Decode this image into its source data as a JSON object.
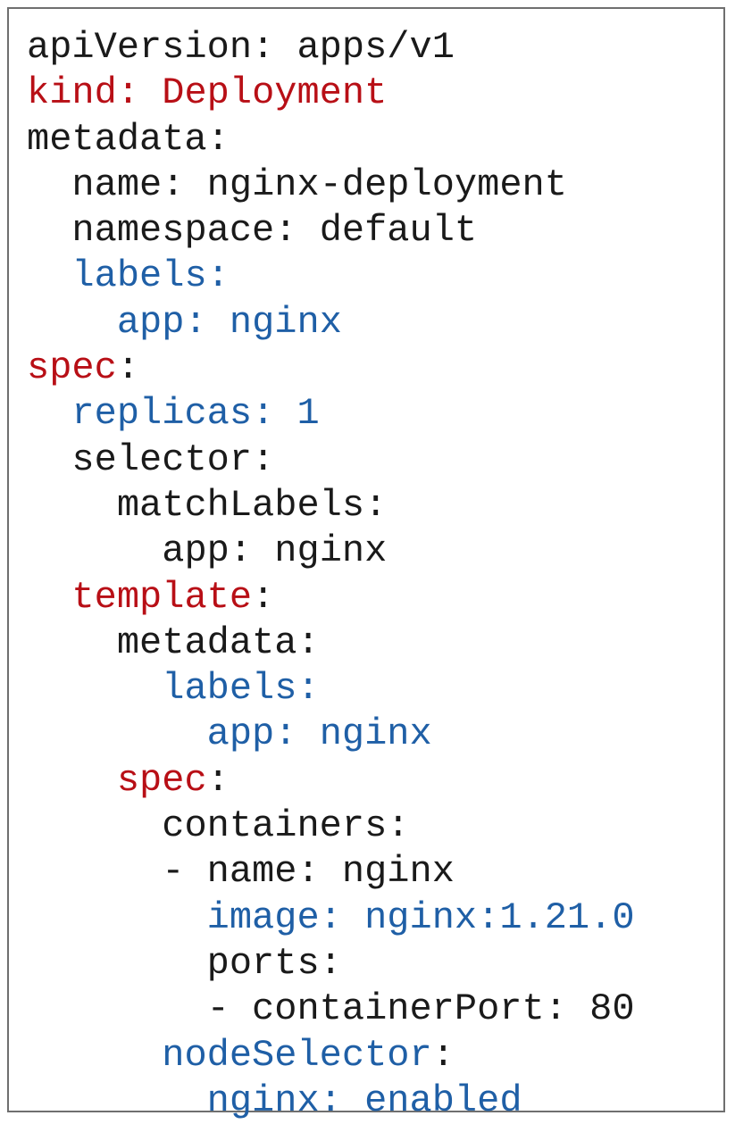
{
  "colors": {
    "text": "#1a1a1a",
    "red": "#b80f16",
    "blue": "#1f5fa6",
    "border": "#6f6f6f"
  },
  "lines": [
    {
      "indent": 0,
      "key": "apiVersion",
      "sep": ": ",
      "value": "apps/v1",
      "key_color": "black",
      "value_color": "black"
    },
    {
      "indent": 0,
      "key": "kind",
      "sep": ": ",
      "value": "Deployment",
      "key_color": "red",
      "value_color": "red"
    },
    {
      "indent": 0,
      "key": "metadata",
      "sep": ":",
      "value": "",
      "key_color": "black",
      "value_color": "black"
    },
    {
      "indent": 2,
      "key": "name",
      "sep": ": ",
      "value": "nginx-deployment",
      "key_color": "black",
      "value_color": "black"
    },
    {
      "indent": 2,
      "key": "namespace",
      "sep": ": ",
      "value": "default",
      "key_color": "black",
      "value_color": "black"
    },
    {
      "indent": 2,
      "key": "labels",
      "sep": ":",
      "value": "",
      "key_color": "blue",
      "value_color": "blue"
    },
    {
      "indent": 4,
      "key": "app",
      "sep": ": ",
      "value": "nginx",
      "key_color": "blue",
      "value_color": "blue"
    },
    {
      "indent": 0,
      "key": "spec",
      "sep": ":",
      "value": "",
      "key_color": "red",
      "value_color": "black"
    },
    {
      "indent": 2,
      "key": "replicas",
      "sep": ": ",
      "value": "1",
      "key_color": "blue",
      "value_color": "blue"
    },
    {
      "indent": 2,
      "key": "selector",
      "sep": ":",
      "value": "",
      "key_color": "black",
      "value_color": "black"
    },
    {
      "indent": 4,
      "key": "matchLabels",
      "sep": ":",
      "value": "",
      "key_color": "black",
      "value_color": "black"
    },
    {
      "indent": 6,
      "key": "app",
      "sep": ": ",
      "value": "nginx",
      "key_color": "black",
      "value_color": "black"
    },
    {
      "indent": 2,
      "key": "template",
      "sep": ":",
      "value": "",
      "key_color": "red",
      "value_color": "black"
    },
    {
      "indent": 4,
      "key": "metadata",
      "sep": ":",
      "value": "",
      "key_color": "black",
      "value_color": "black"
    },
    {
      "indent": 6,
      "key": "labels",
      "sep": ":",
      "value": "",
      "key_color": "blue",
      "value_color": "blue"
    },
    {
      "indent": 8,
      "key": "app",
      "sep": ": ",
      "value": "nginx",
      "key_color": "blue",
      "value_color": "blue"
    },
    {
      "indent": 4,
      "key": "spec",
      "sep": ":",
      "value": "",
      "key_color": "red",
      "value_color": "black"
    },
    {
      "indent": 6,
      "key": "containers",
      "sep": ":",
      "value": "",
      "key_color": "black",
      "value_color": "black"
    },
    {
      "indent": 6,
      "key": "- name",
      "sep": ": ",
      "value": "nginx",
      "key_color": "black",
      "value_color": "black"
    },
    {
      "indent": 8,
      "key": "image",
      "sep": ": ",
      "value": "nginx:1.21.0",
      "key_color": "blue",
      "value_color": "blue"
    },
    {
      "indent": 8,
      "key": "ports",
      "sep": ":",
      "value": "",
      "key_color": "black",
      "value_color": "black"
    },
    {
      "indent": 8,
      "key": "- containerPort",
      "sep": ": ",
      "value": "80",
      "key_color": "black",
      "value_color": "black"
    },
    {
      "indent": 6,
      "key": "nodeSelector",
      "sep": ":",
      "value": "",
      "key_color": "blue",
      "value_color": "black"
    },
    {
      "indent": 8,
      "key": "nginx",
      "sep": ": ",
      "value": "enabled",
      "key_color": "blue",
      "value_color": "blue"
    }
  ]
}
